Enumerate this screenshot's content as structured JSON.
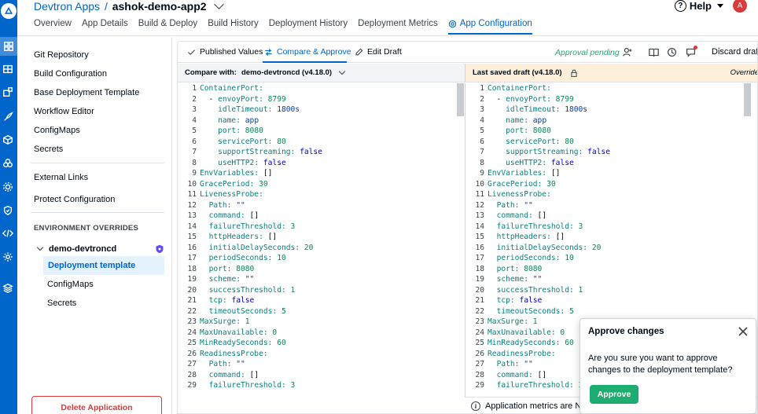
{
  "header": {
    "breadcrumb": "Devtron Apps",
    "separator": "/",
    "app_name": "ashok-demo-app2",
    "help_label": "Help",
    "avatar_initial": "A"
  },
  "tabs": [
    {
      "label": "Overview"
    },
    {
      "label": "App Details"
    },
    {
      "label": "Build & Deploy"
    },
    {
      "label": "Build History"
    },
    {
      "label": "Deployment History"
    },
    {
      "label": "Deployment Metrics"
    },
    {
      "label": "App Configuration",
      "active": true
    }
  ],
  "sidebar": {
    "items": [
      {
        "label": "Git Repository"
      },
      {
        "label": "Build Configuration"
      },
      {
        "label": "Base Deployment Template"
      },
      {
        "label": "Workflow Editor"
      },
      {
        "label": "ConfigMaps"
      },
      {
        "label": "Secrets"
      }
    ],
    "external_links": "External Links",
    "protect_configuration": "Protect Configuration",
    "env_overrides_heading": "ENVIRONMENT OVERRIDES",
    "env_name": "demo-devtroncd",
    "env_sub_items": [
      {
        "label": "Deployment template",
        "active": true
      },
      {
        "label": "ConfigMaps"
      },
      {
        "label": "Secrets"
      }
    ],
    "delete_label": "Delete Application"
  },
  "config": {
    "subtabs": {
      "published": "Published Values",
      "compare": "Compare & Approve",
      "edit": "Edit Draft"
    },
    "approval_status": "Approval pending",
    "discard_label": "Discard draft",
    "compare_label": "Compare with:",
    "compare_value": "demo-devtroncd (v4.18.0)",
    "right_header": "Last saved draft (v4.18.0)",
    "override_label": "Override",
    "footer_text": "Application metrics are No"
  },
  "code_lines": [
    {
      "n": "1",
      "indent": "",
      "key": "ContainerPort:",
      "val": "",
      "type": ""
    },
    {
      "n": "2",
      "indent": "  - ",
      "key": "envoyPort:",
      "val": " 8799",
      "type": "n"
    },
    {
      "n": "3",
      "indent": "    ",
      "key": "idleTimeout:",
      "val": " 1800s",
      "type": "s"
    },
    {
      "n": "4",
      "indent": "    ",
      "key": "name:",
      "val": " app",
      "type": "s"
    },
    {
      "n": "5",
      "indent": "    ",
      "key": "port:",
      "val": " 8080",
      "type": "n"
    },
    {
      "n": "6",
      "indent": "    ",
      "key": "servicePort:",
      "val": " 80",
      "type": "n"
    },
    {
      "n": "7",
      "indent": "    ",
      "key": "supportStreaming:",
      "val": " false",
      "type": "b"
    },
    {
      "n": "8",
      "indent": "    ",
      "key": "useHTTP2:",
      "val": " false",
      "type": "b"
    },
    {
      "n": "9",
      "indent": "",
      "key": "EnvVariables:",
      "val": " []",
      "type": ""
    },
    {
      "n": "10",
      "indent": "",
      "key": "GracePeriod:",
      "val": " 30",
      "type": "n"
    },
    {
      "n": "11",
      "indent": "",
      "key": "LivenessProbe:",
      "val": "",
      "type": ""
    },
    {
      "n": "12",
      "indent": "  ",
      "key": "Path:",
      "val": " \"\"",
      "type": "s"
    },
    {
      "n": "13",
      "indent": "  ",
      "key": "command:",
      "val": " []",
      "type": ""
    },
    {
      "n": "14",
      "indent": "  ",
      "key": "failureThreshold:",
      "val": " 3",
      "type": "n"
    },
    {
      "n": "15",
      "indent": "  ",
      "key": "httpHeaders:",
      "val": " []",
      "type": ""
    },
    {
      "n": "16",
      "indent": "  ",
      "key": "initialDelaySeconds:",
      "val": " 20",
      "type": "n"
    },
    {
      "n": "17",
      "indent": "  ",
      "key": "periodSeconds:",
      "val": " 10",
      "type": "n"
    },
    {
      "n": "18",
      "indent": "  ",
      "key": "port:",
      "val": " 8080",
      "type": "n"
    },
    {
      "n": "19",
      "indent": "  ",
      "key": "scheme:",
      "val": " \"\"",
      "type": "s"
    },
    {
      "n": "20",
      "indent": "  ",
      "key": "successThreshold:",
      "val": " 1",
      "type": "n"
    },
    {
      "n": "21",
      "indent": "  ",
      "key": "tcp:",
      "val": " false",
      "type": "b"
    },
    {
      "n": "22",
      "indent": "  ",
      "key": "timeoutSeconds:",
      "val": " 5",
      "type": "n"
    },
    {
      "n": "23",
      "indent": "",
      "key": "MaxSurge:",
      "val": " 1",
      "type": "n"
    },
    {
      "n": "24",
      "indent": "",
      "key": "MaxUnavailable:",
      "val": " 0",
      "type": "n"
    },
    {
      "n": "25",
      "indent": "",
      "key": "MinReadySeconds:",
      "val": " 60",
      "type": "n"
    },
    {
      "n": "26",
      "indent": "",
      "key": "ReadinessProbe:",
      "val": "",
      "type": ""
    },
    {
      "n": "27",
      "indent": "  ",
      "key": "Path:",
      "val": " \"\"",
      "type": "s"
    },
    {
      "n": "28",
      "indent": "  ",
      "key": "command:",
      "val": " []",
      "type": ""
    },
    {
      "n": "29",
      "indent": "  ",
      "key": "failureThreshold:",
      "val": " 3",
      "type": "n"
    }
  ],
  "modal": {
    "title": "Approve changes",
    "body": "Are you sure you want to approve changes to the deployment template?",
    "approve_label": "Approve"
  },
  "colors": {
    "brand": "#0066cc",
    "approve": "#1dad70",
    "danger": "#d83b3b",
    "draft_header": "#fdefd9"
  }
}
